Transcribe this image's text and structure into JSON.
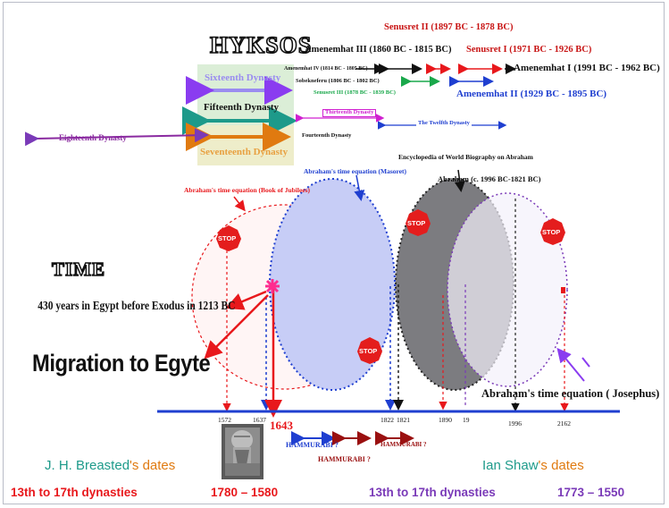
{
  "titles": {
    "hyksos": "HYKSOS",
    "time": "TIME",
    "four_thirty": "430 years in Egypt before Exodus in 1213 BC",
    "migration": "Migration to Egyte"
  },
  "dynasties": {
    "sixteenth": "Sixteenth Dynasty",
    "fifteenth": "Fifteenth Dynasty",
    "seventeenth": "Seventeenth Dynasty",
    "eighteenth": "Eighteenth Dynasty",
    "thirteenth_box": "Thirteenth Dynasty",
    "twelfth_box": "The Twelfth Dynasty",
    "fourteenth": "Fourteenth Dynasty"
  },
  "pharaohs": {
    "senusret2": "Senusret II (1897 BC - 1878 BC)",
    "amenemhat3": "Amenemhat III (1860 BC - 1815 BC)",
    "senusret1": "Senusret I (1971 BC - 1926 BC)",
    "amenemhat4": "Amenemhat IV (1814 BC - 1805 BC)",
    "amenemhat1": "Amenemhat I (1991 BC - 1962 BC)",
    "sobekneferu": "Sobekneferu (1806 BC - 1802 BC)",
    "senusret3": "Senusret III (1878 BC - 1839 BC)",
    "amenemhat2": "Amenemhat II (1929 BC - 1895 BC)"
  },
  "equations": {
    "book_of_jubilees": "Abraham's time equation (Book of Jubilees)",
    "masoretic": "Abraham's time equation (Masoret)",
    "encyclopedia": "Encyclopedia of World Biography on Abraham",
    "abraham_dates": "Abraham (c. 1996 BC-1821 BC)",
    "josephus": "Abraham's time equation ( Josephus)"
  },
  "stop": "STOP",
  "timeline_ticks": [
    "1572",
    "1637",
    "1643",
    "1822",
    "1821",
    "1890",
    "19",
    "1996",
    "2162"
  ],
  "hammurabi": {
    "a": "HAMMURABI ?",
    "b": "HAMMURABI ?",
    "c": "HAMMURABI ?"
  },
  "breasted": {
    "name": "J. H. Breasted",
    "suffix": "'s dates",
    "dynasties": "13th to 17th dynasties",
    "range": "1780 – 1580"
  },
  "shaw": {
    "name": "Ian Shaw",
    "suffix": "'s dates",
    "dynasties": "13th to 17th dynasties",
    "range": "1773 – 1550"
  },
  "colors": {
    "red": "#e8181c",
    "blue": "#1f3fd0",
    "purple": "#7a3ab8",
    "teal": "#1d9a8a",
    "orange": "#e07a10",
    "green": "#1aa84b",
    "maroon": "#9a1010"
  }
}
